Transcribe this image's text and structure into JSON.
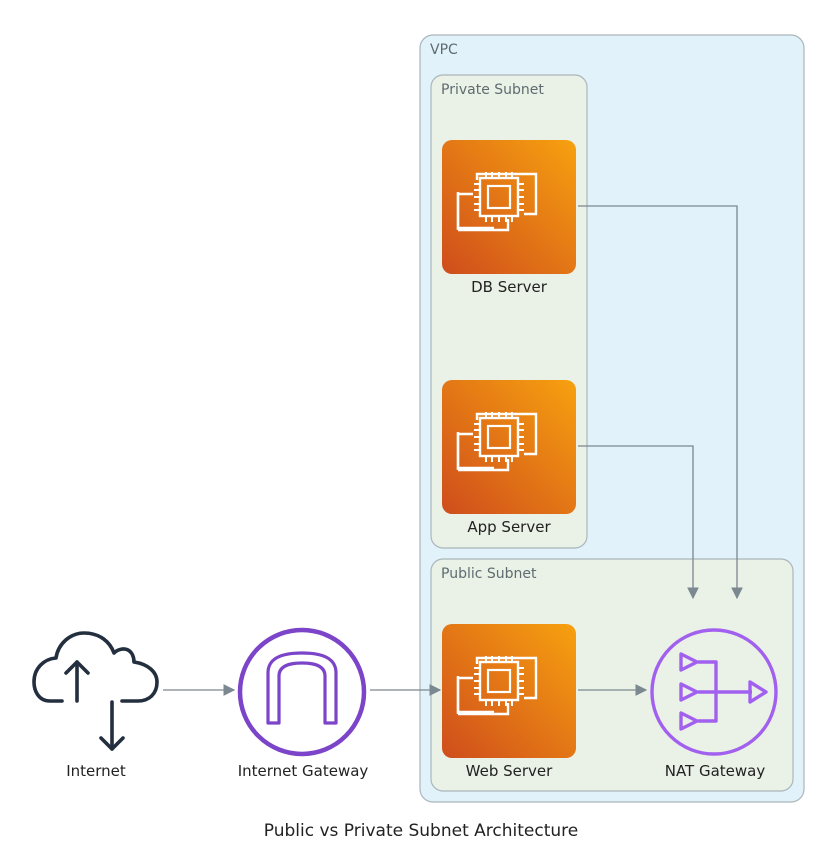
{
  "title": "Public vs Private Subnet Architecture",
  "clusters": {
    "vpc": "VPC",
    "private_subnet": "Private Subnet",
    "public_subnet": "Public Subnet"
  },
  "nodes": {
    "internet": "Internet",
    "internet_gateway": "Internet Gateway",
    "web_server": "Web Server",
    "nat_gateway": "NAT Gateway",
    "app_server": "App Server",
    "db_server": "DB Server"
  },
  "edges": [
    {
      "from": "Internet",
      "to": "Internet Gateway"
    },
    {
      "from": "Internet Gateway",
      "to": "Web Server"
    },
    {
      "from": "Web Server",
      "to": "NAT Gateway"
    },
    {
      "from": "App Server",
      "to": "NAT Gateway"
    },
    {
      "from": "DB Server",
      "to": "NAT Gateway"
    }
  ],
  "colors": {
    "vpc_fill": "#e1f2fa",
    "subnet_fill": "#eaf1e6",
    "ec2_orange_light": "#f49a18",
    "ec2_orange_dark": "#d4561c",
    "gateway_purple": "#7c44c8",
    "nat_purple": "#a260ef",
    "cloud_navy": "#232f3e"
  },
  "icons": {
    "internet": "cloud-upload-download-icon",
    "internet_gateway": "internet-gateway-icon",
    "ec2": "ec2-instance-icon",
    "nat_gateway": "nat-gateway-icon"
  }
}
